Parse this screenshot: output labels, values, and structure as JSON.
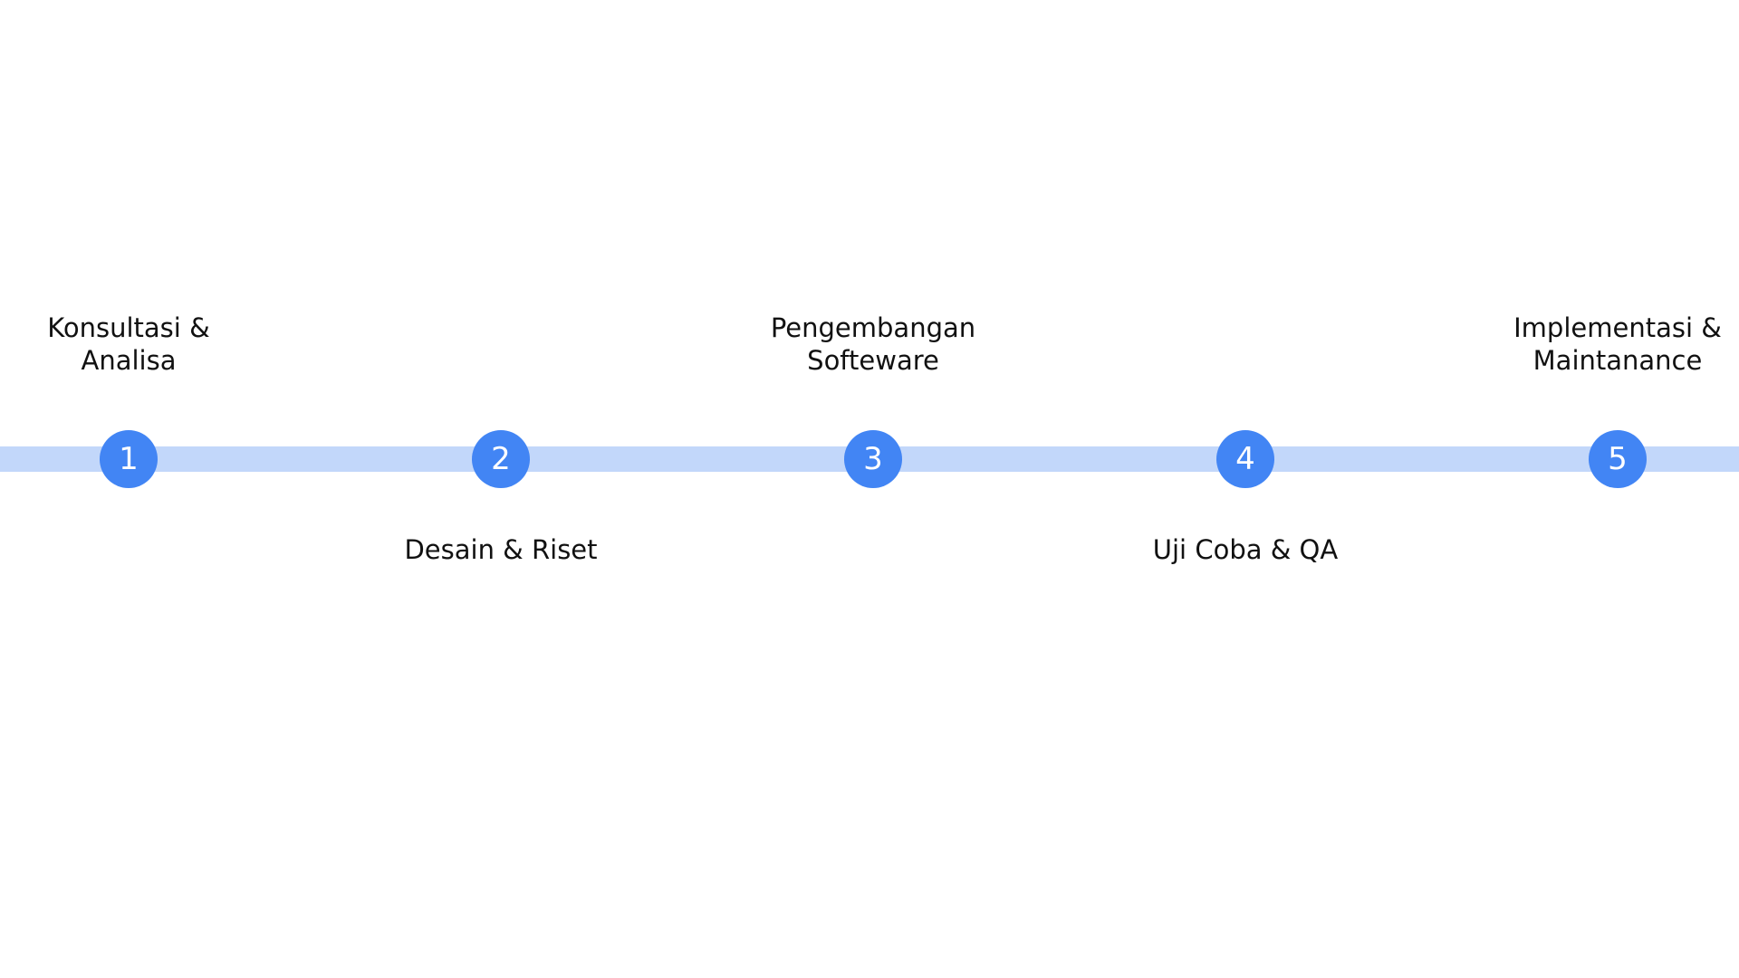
{
  "colors": {
    "background": "#ffffff",
    "track": "#c2d7fa",
    "node": "#4285f4",
    "node_text": "#ffffff",
    "label_text": "#111111"
  },
  "steps": [
    {
      "number": "1",
      "label_lines": [
        "Konsultasi &",
        "Analisa"
      ],
      "label_position": "above"
    },
    {
      "number": "2",
      "label_lines": [
        "Desain & Riset"
      ],
      "label_position": "below"
    },
    {
      "number": "3",
      "label_lines": [
        "Pengembangan",
        "Softeware"
      ],
      "label_position": "above"
    },
    {
      "number": "4",
      "label_lines": [
        "Uji Coba & QA"
      ],
      "label_position": "below"
    },
    {
      "number": "5",
      "label_lines": [
        "Implementasi &",
        "Maintanance"
      ],
      "label_position": "above"
    }
  ]
}
